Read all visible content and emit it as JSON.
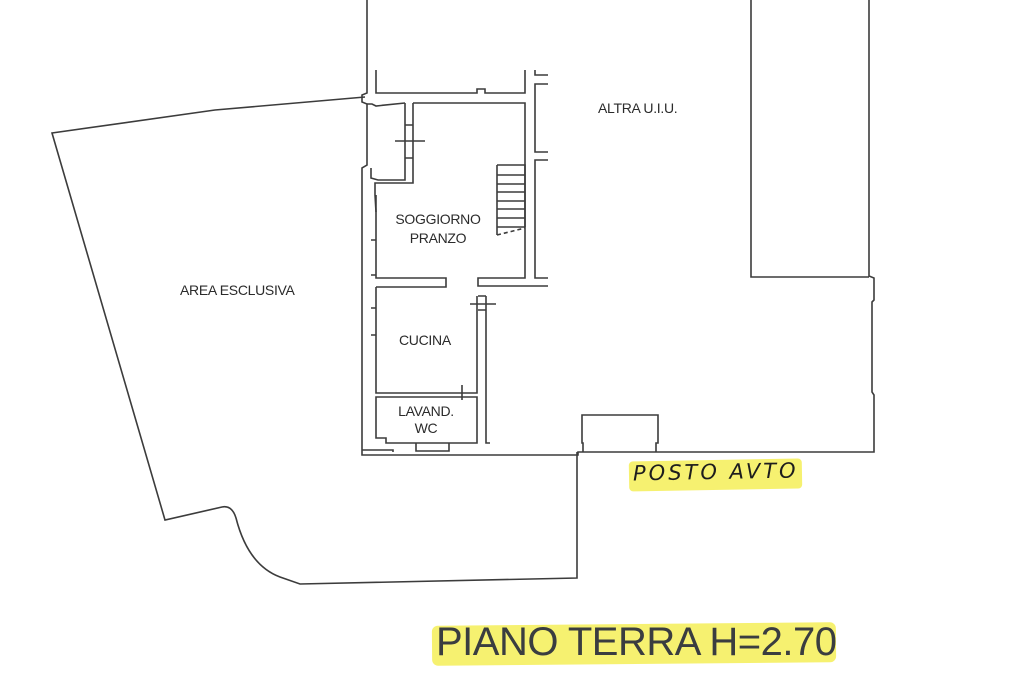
{
  "document": {
    "type": "floor plan",
    "title": "PIANO TERRA H=2.70",
    "rooms": [
      {
        "id": "area-esclusiva",
        "label": "AREA ESCLUSIVA"
      },
      {
        "id": "altra-uiu",
        "label": "ALTRA U.I.U."
      },
      {
        "id": "soggiorno-pranzo",
        "label_line1": "SOGGIORNO",
        "label_line2": "PRANZO"
      },
      {
        "id": "cucina",
        "label": "CUCINA"
      },
      {
        "id": "lavand-wc",
        "label_line1": "LAVAND.",
        "label_line2": "WC"
      }
    ],
    "annotation": {
      "text": "POSTO AVTO",
      "highlight_color": "#f5ee57"
    },
    "colors": {
      "line": "#3c3c3c",
      "text": "#2b2b2b",
      "highlight": "#f5ee57"
    }
  }
}
